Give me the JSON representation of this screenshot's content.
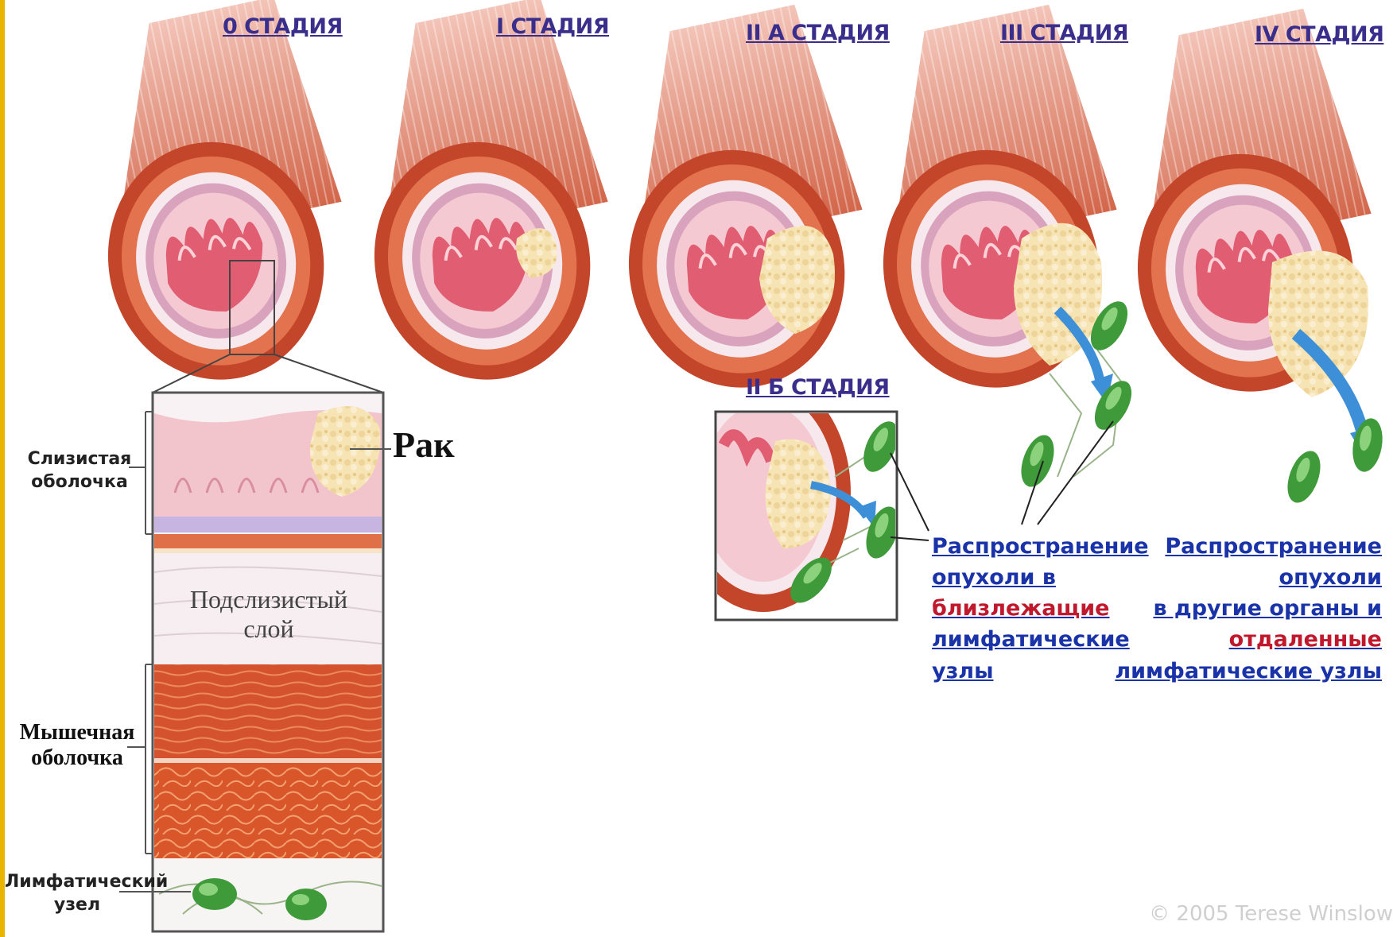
{
  "stages": {
    "s0": "0 СТАДИЯ",
    "s1": "I СТАДИЯ",
    "s2a": "II А СТАДИЯ",
    "s3": "III СТАДИЯ",
    "s4": "IV СТАДИЯ",
    "s2b": "II Б СТАДИЯ"
  },
  "layers": {
    "mucosa_line1": "Слизистая",
    "mucosa_line2": "оболочка",
    "cancer": "Рак",
    "submucosa_line1": "Подслизистый",
    "submucosa_line2": "слой",
    "muscle_line1": "Мышечная",
    "muscle_line2": "оболочка",
    "lymph_line1": "Лимфатический",
    "lymph_line2": "узел"
  },
  "spread_near": {
    "line1": "Распространение",
    "line2": "опухоли в",
    "line3": "близлежащие",
    "line4": "лимфатические",
    "line5": "узлы"
  },
  "spread_far": {
    "line1": "Распространение",
    "line2": "опухоли",
    "line3": "в другие органы и",
    "line4": "отдаленные",
    "line5": "лимфатические узлы"
  },
  "copyright": "© 2005 Terese Winslow",
  "colors": {
    "stage_title": "#3a2e8c",
    "spread_text": "#1a33a8",
    "highlight_red": "#c0182c",
    "muscle": "#c8502e",
    "mucosa": "#f2c4cc",
    "tumor": "#f3dfa8",
    "lymph_node": "#3f9a3a",
    "arrow": "#3d8fd8"
  }
}
